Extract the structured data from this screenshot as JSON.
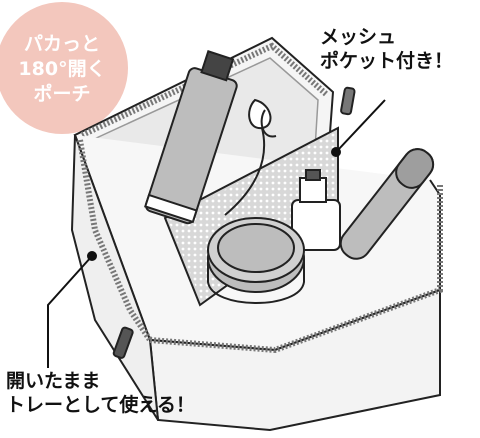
{
  "badge": {
    "lines": [
      "パカっと",
      "180°開く",
      "ポーチ"
    ],
    "color": "#f3c7bd"
  },
  "callouts": {
    "mesh_pocket": {
      "lines": [
        "メッシュ",
        "ポケット付き！"
      ]
    },
    "tray": {
      "lines": [
        "開いたまま",
        "トレーとして使える！"
      ]
    }
  },
  "colors": {
    "line": "#222222",
    "bag_fill": "#f5f5f5",
    "inner_fill": "#e9e9e9",
    "item_gray": "#bdbdbd",
    "item_dark": "#555555"
  },
  "icons": [
    "tube-icon",
    "earphones-icon",
    "lip-balm-icon",
    "compact-icon",
    "bottle-icon",
    "zipper-pull-icon"
  ]
}
